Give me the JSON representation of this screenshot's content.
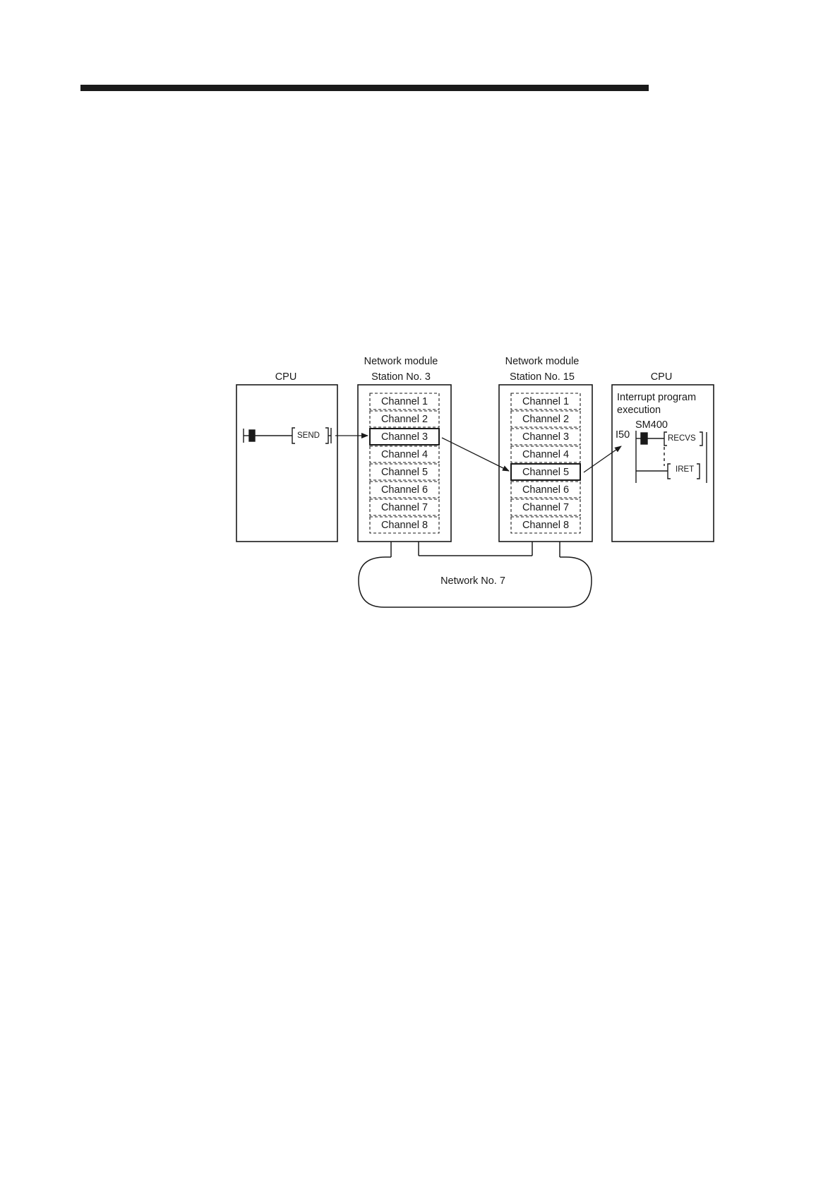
{
  "colors": {
    "ink": "#1a1a1a",
    "background": "#ffffff"
  },
  "diagram": {
    "left_cpu": {
      "label": "CPU",
      "instruction": "SEND"
    },
    "station_a": {
      "title_line1": "Network module",
      "title_line2": "Station No. 3",
      "channels": [
        "Channel 1",
        "Channel 2",
        "Channel 3",
        "Channel 4",
        "Channel 5",
        "Channel 6",
        "Channel 7",
        "Channel 8"
      ],
      "active_channel": "Channel 3"
    },
    "station_b": {
      "title_line1": "Network module",
      "title_line2": "Station No. 15",
      "channels": [
        "Channel 1",
        "Channel 2",
        "Channel 3",
        "Channel 4",
        "Channel 5",
        "Channel 6",
        "Channel 7",
        "Channel 8"
      ],
      "active_channel": "Channel 5"
    },
    "right_cpu": {
      "label": "CPU",
      "caption_line1": "Interrupt program",
      "caption_line2": "execution",
      "contact": "SM400",
      "pointer": "I50",
      "instruction1": "RECVS",
      "instruction2": "IRET"
    },
    "network": {
      "label": "Network No. 7"
    }
  }
}
